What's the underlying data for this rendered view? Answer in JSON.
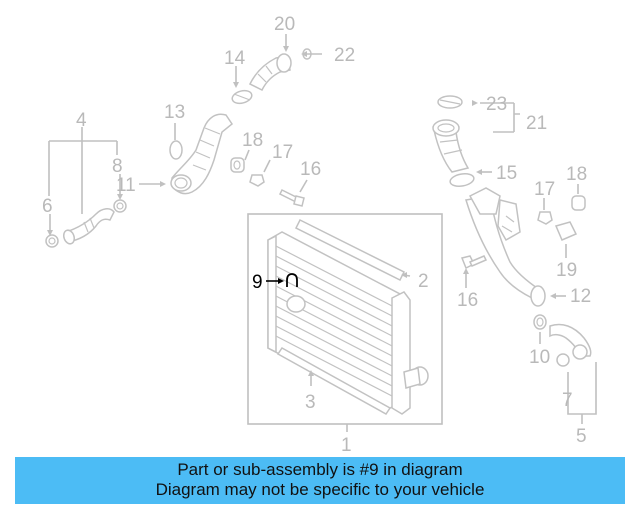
{
  "diagram": {
    "highlighted_callout": "9",
    "callouts": {
      "c1": "1",
      "c2": "2",
      "c3": "3",
      "c4": "4",
      "c5": "5",
      "c6": "6",
      "c7": "7",
      "c8": "8",
      "c9": "9",
      "c10": "10",
      "c11": "11",
      "c12": "12",
      "c13": "13",
      "c14": "14",
      "c15": "15",
      "c16a": "16",
      "c16b": "16",
      "c17a": "17",
      "c17b": "17",
      "c18a": "18",
      "c18b": "18",
      "c19": "19",
      "c20": "20",
      "c21": "21",
      "c22": "22",
      "c23": "23"
    }
  },
  "caption": {
    "line1": "Part or sub-assembly is #9 in diagram",
    "line2": "Diagram may not be specific to your vehicle"
  },
  "colors": {
    "caption_background": "#4cbcf5",
    "part_lines": "#c0c0c0",
    "highlight": "#000000"
  }
}
